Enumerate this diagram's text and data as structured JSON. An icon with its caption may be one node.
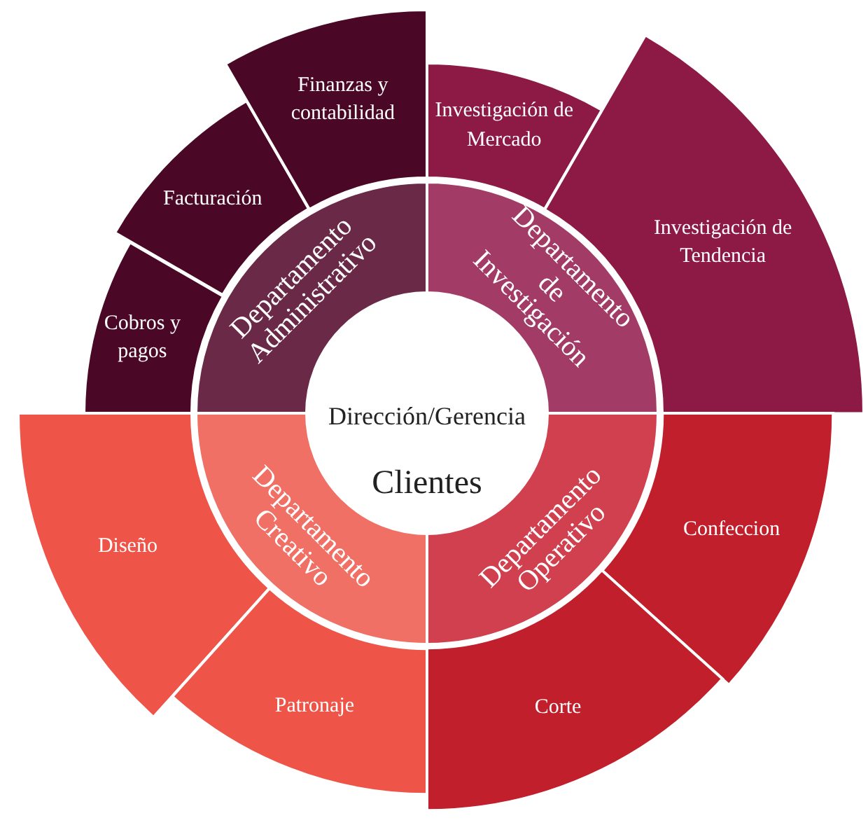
{
  "diagram": {
    "nodes": [
      {
        "text": [
          "Dirección/Gerencia",
          "Clientes"
        ]
      },
      {
        "text": [
          "Departamento Administrativo"
        ]
      },
      {
        "text": [
          "Cobros y pagos"
        ]
      },
      {
        "text": [
          "Facturación"
        ]
      },
      {
        "text": [
          "Finanzas y contabilidad"
        ]
      },
      {
        "text": [
          "Departamento de Investigación"
        ]
      },
      {
        "text": [
          "Investigación de Mercado"
        ]
      },
      {
        "text": [
          "Investigación de Tendencia"
        ]
      },
      {
        "text": [
          "Departamento Creativo"
        ]
      },
      {
        "text": [
          "Diseño"
        ]
      },
      {
        "text": [
          "Patronaje"
        ]
      },
      {
        "text": [
          "Departamento Operativo"
        ]
      },
      {
        "text": [
          "Confeccion"
        ]
      },
      {
        "text": [
          "Corte"
        ]
      }
    ],
    "edges": []
  }
}
